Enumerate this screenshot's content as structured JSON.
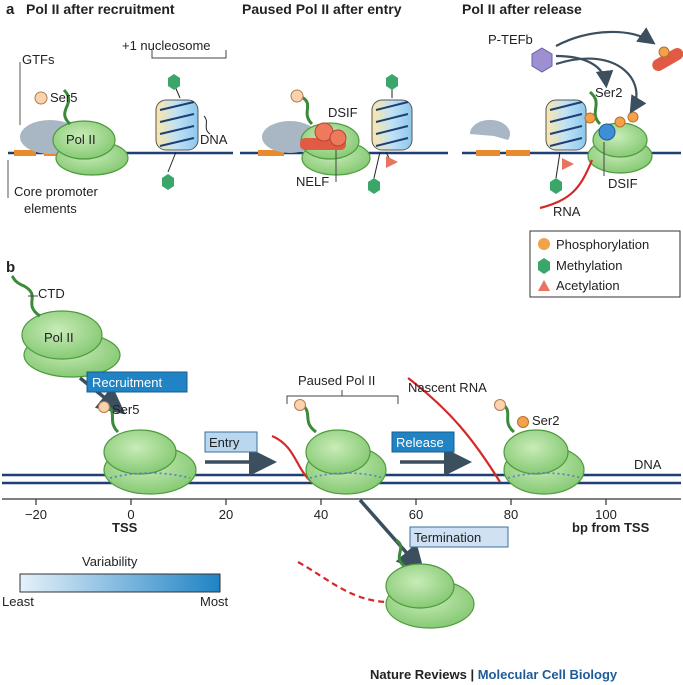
{
  "panel_a": {
    "label": "a",
    "col1_title": "Pol II after recruitment",
    "col2_title": "Paused Pol II after entry",
    "col3_title": "Pol II after release",
    "gtfs": "GTFs",
    "ser5": "Ser5",
    "nucleosome": "+1 nucleosome",
    "pol2": "Pol II",
    "dna": "DNA",
    "core_promoter_1": "Core promoter",
    "core_promoter_2": "elements",
    "dsif": "DSIF",
    "nelf": "NELF",
    "ptefb": "P-TEFb",
    "ser2": "Ser2",
    "dsif2": "DSIF",
    "rna": "RNA"
  },
  "legend": {
    "phosphorylation": "Phosphorylation",
    "methylation": "Methylation",
    "acetylation": "Acetylation",
    "phospho_color": "#f2a24a",
    "methyl_color": "#3aa66a",
    "acetyl_color": "#e8735e"
  },
  "panel_b": {
    "label": "b",
    "ctd": "CTD",
    "pol2": "Pol II",
    "recruitment": "Recruitment",
    "ser5": "Ser5",
    "entry": "Entry",
    "paused": "Paused Pol II",
    "nascent": "Nascent RNA",
    "release": "Release",
    "ser2": "Ser2",
    "dna": "DNA",
    "termination": "Termination",
    "tss": "TSS",
    "axis_unit": "bp from TSS",
    "ticks": [
      "−20",
      "0",
      "20",
      "40",
      "60",
      "80",
      "100"
    ],
    "variability": "Variability",
    "least": "Least",
    "most": "Most"
  },
  "footer": {
    "journal": "Nature Reviews",
    "sep": " | ",
    "subjournal": "Molecular Cell Biology"
  }
}
